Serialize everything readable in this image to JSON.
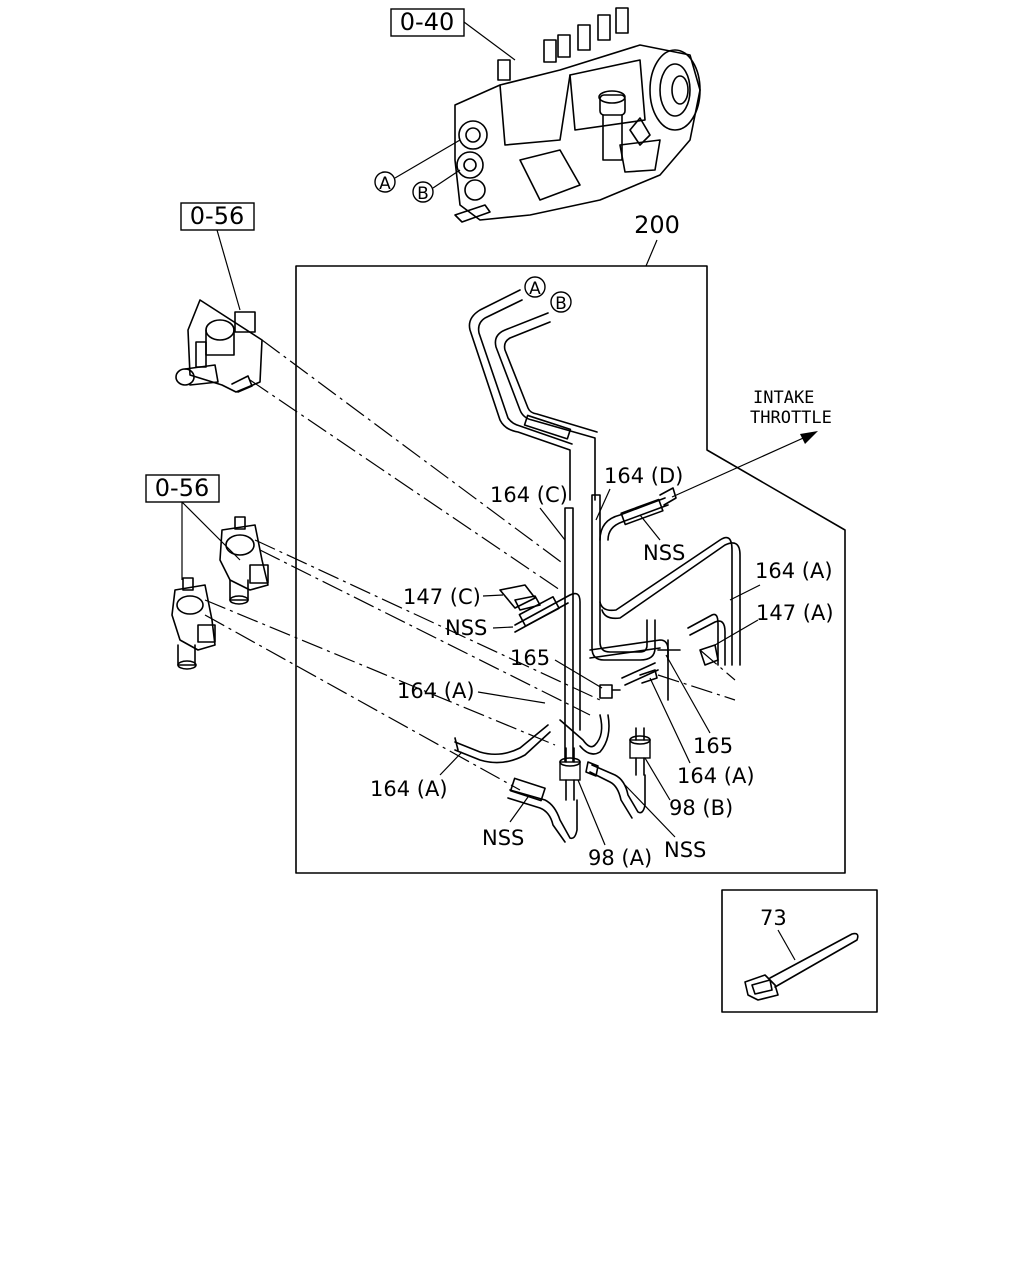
{
  "refs": {
    "pump_ref": "0-40",
    "valve_upper_ref": "0-56",
    "valve_lower_ref": "0-56"
  },
  "circles": {
    "a": "A",
    "b": "B"
  },
  "kit_number": "200",
  "intake_throttle": {
    "line1": "INTAKE",
    "line2": "THROTTLE"
  },
  "parts": {
    "p164d": "164 (D)",
    "p164c": "164 (C)",
    "p164a_top_right": "164 (A)",
    "p147a": "147 (A)",
    "p147c": "147 (C)",
    "p165_left": "165",
    "p164a_mid": "164 (A)",
    "p165_right": "165",
    "p164a_right": "164 (A)",
    "p98b": "98 (B)",
    "p164a_bottom_left": "164 (A)",
    "p98a": "98 (A)",
    "p73": "73"
  },
  "nss": {
    "top": "NSS",
    "left": "NSS",
    "bottom_left": "NSS",
    "bottom_right": "NSS"
  }
}
